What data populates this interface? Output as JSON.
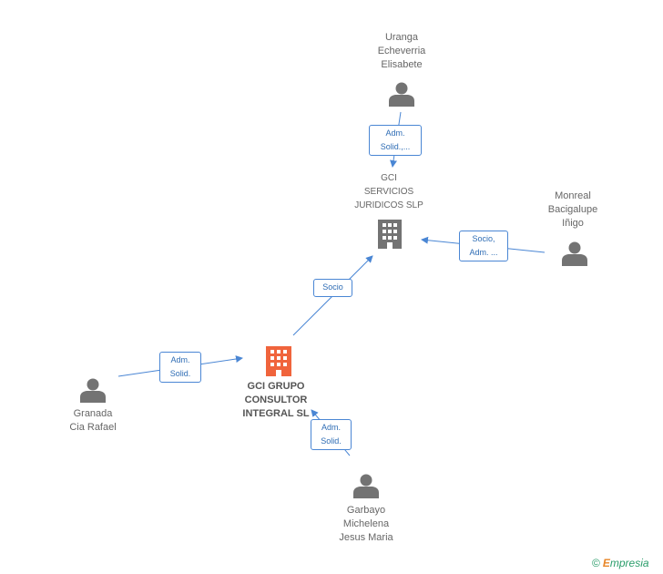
{
  "nodes": {
    "uranga": {
      "name": "Uranga\nEcheverria\nElisabete",
      "type": "person"
    },
    "gci_servicios": {
      "name": "GCI\nSERVICIOS\nJURIDICOS SLP",
      "type": "company"
    },
    "monreal": {
      "name": "Monreal\nBacigalupe\nIñigo",
      "type": "person"
    },
    "gci_grupo": {
      "name": "GCI GRUPO\nCONSULTOR\nINTEGRAL SL",
      "type": "company-highlight"
    },
    "granada": {
      "name": "Granada\nCia Rafael",
      "type": "person"
    },
    "garbayo": {
      "name": "Garbayo\nMichelena\nJesus Maria",
      "type": "person"
    }
  },
  "edges": {
    "uranga_to_servicios": "Adm.\nSolid.,...",
    "monreal_to_servicios": "Socio,\nAdm. ...",
    "grupo_to_servicios": "Socio",
    "granada_to_grupo": "Adm.\nSolid.",
    "garbayo_to_grupo": "Adm.\nSolid."
  },
  "colors": {
    "person_icon": "#737373",
    "company_icon": "#737373",
    "highlight_company_icon": "#f0643c",
    "edge": "#4a86d4"
  },
  "watermark": {
    "symbol": "©",
    "e": "E",
    "rest": "mpresia"
  }
}
